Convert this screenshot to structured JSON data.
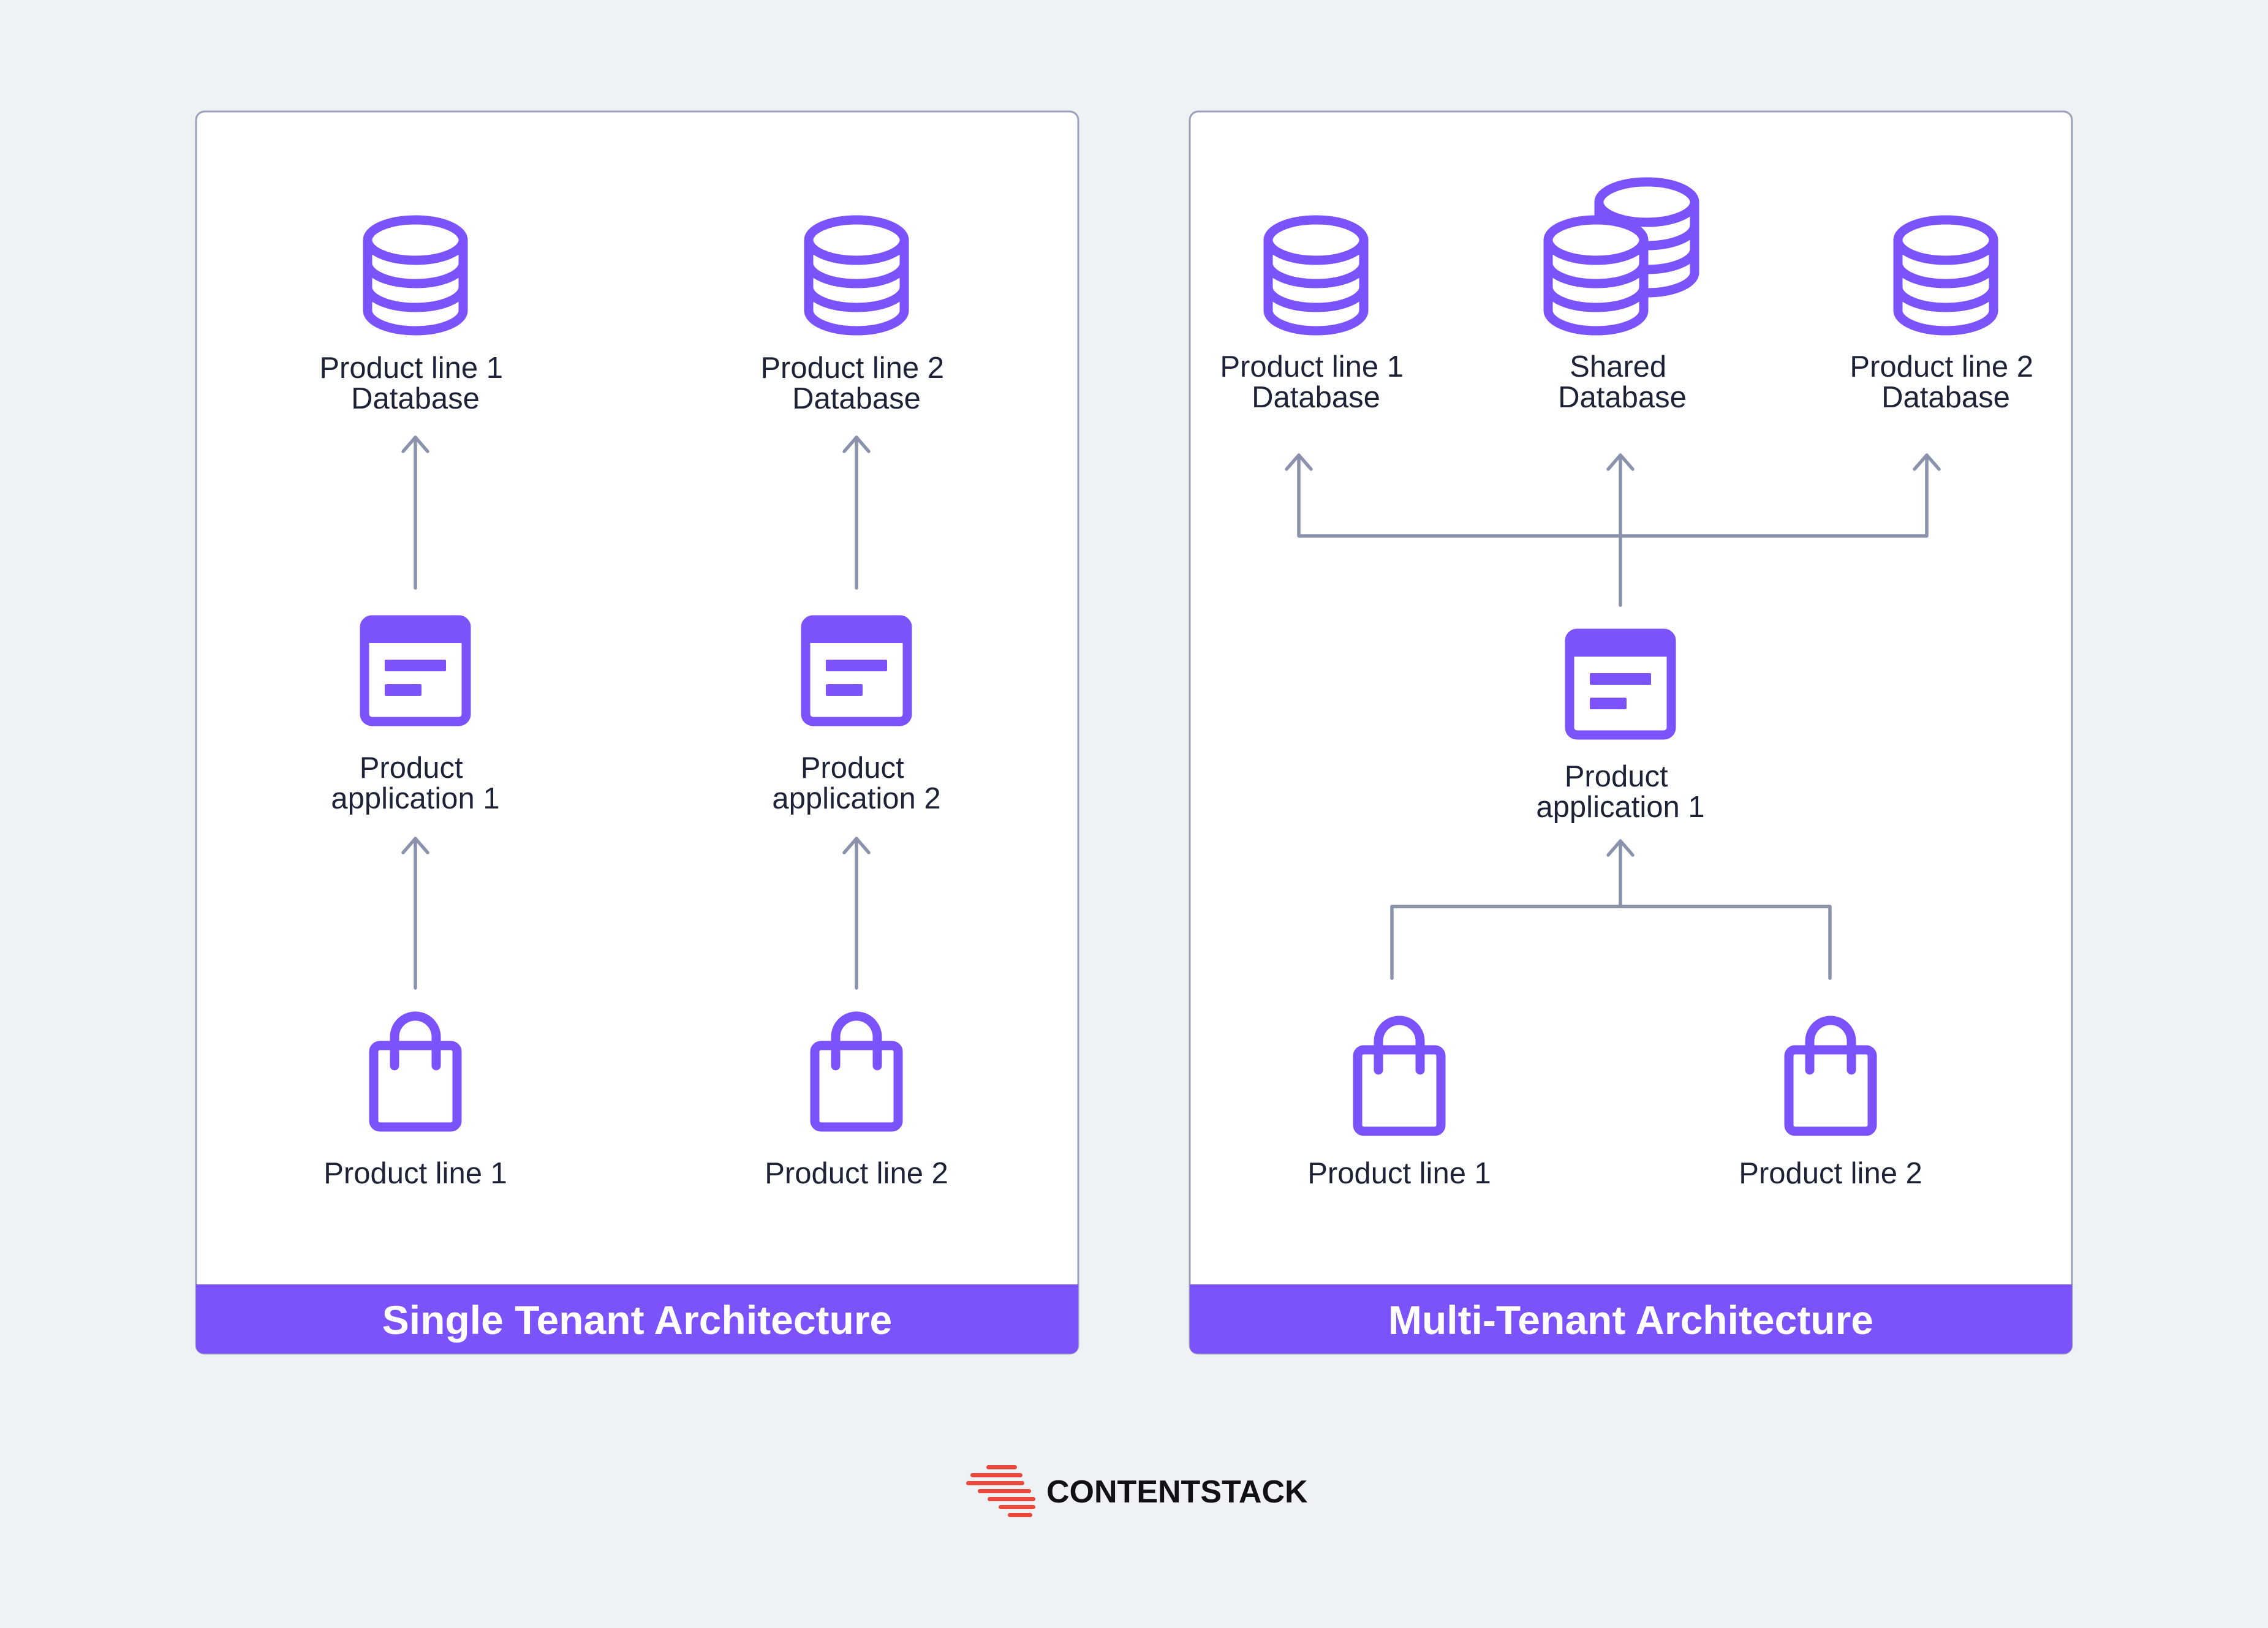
{
  "panels": {
    "single": {
      "title": "Single Tenant Architecture",
      "db1": [
        "Product line 1",
        "Database"
      ],
      "db2": [
        "Product line 2",
        "Database"
      ],
      "app1": [
        "Product",
        "application 1"
      ],
      "app2": [
        "Product",
        "application 2"
      ],
      "line1": "Product line 1",
      "line2": "Product line 2"
    },
    "multi": {
      "title": "Multi-Tenant Architecture",
      "db1": [
        "Product line 1",
        "Database"
      ],
      "shared": [
        "Shared",
        "Database"
      ],
      "db2": [
        "Product line 2",
        "Database"
      ],
      "app": [
        "Product",
        "application 1"
      ],
      "line1": "Product line 1",
      "line2": "Product line 2"
    }
  },
  "brand": {
    "name": "CONTENTSTACK",
    "logo_icon": "contentstack-logo-icon"
  },
  "colors": {
    "accent": "#7c52fb",
    "connector": "#8b93ac",
    "background": "#eef2f5",
    "brand_red": "#e8493c"
  }
}
